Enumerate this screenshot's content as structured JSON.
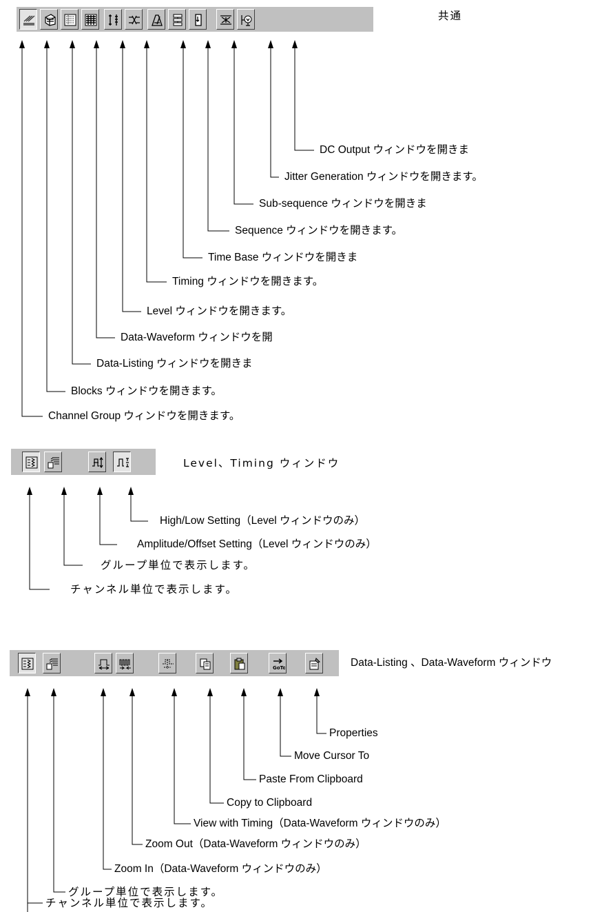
{
  "section1": {
    "title": "共通",
    "buttons": [
      "channel-group",
      "blocks",
      "data-listing",
      "data-waveform",
      "level",
      "timing",
      "time-base",
      "sequence",
      "sub-sequence",
      "jitter-generation",
      "dc-output"
    ],
    "labels": [
      "DC Output ウィンドウを開きま",
      "Jitter Generation ウィンドウを開きます。",
      "Sub-sequence ウィンドウを開きま",
      "Sequence ウィンドウを開きます。",
      "Time Base ウィンドウを開きま",
      "Timing ウィンドウを開きます。",
      "Level ウィンドウを開きます。",
      "Data-Waveform ウィンドウを開",
      "Data-Listing ウィンドウを開きま",
      "Blocks ウィンドウを開きます。",
      "Channel Group ウィンドウを開きます。"
    ]
  },
  "section2": {
    "title": "Level、Timing ウィンドウ",
    "buttons": [
      "channel-view",
      "group-view",
      "amplitude-offset",
      "high-low"
    ],
    "labels": [
      "High/Low Setting（Level ウィンドウのみ）",
      "Amplitude/Offset Setting（Level ウィンドウのみ）",
      "グループ単位で表示します。",
      "チャンネル単位で表示します。"
    ]
  },
  "section3": {
    "title": "Data-Listing 、Data-Waveform ウィンドウ",
    "buttons": [
      "channel-view",
      "group-view",
      "zoom-in",
      "zoom-out",
      "view-with-timing",
      "copy",
      "paste",
      "move-cursor-to",
      "properties"
    ],
    "labels": [
      "Properties",
      "Move Cursor To",
      "Paste From Clipboard",
      "Copy to Clipboard",
      "View with Timing（Data-Waveform ウィンドウのみ）",
      "Zoom Out（Data-Waveform ウィンドウのみ）",
      "Zoom In（Data-Waveform ウィンドウのみ）",
      "グループ単位で表示します。",
      "チャンネル単位で表示します。"
    ]
  }
}
